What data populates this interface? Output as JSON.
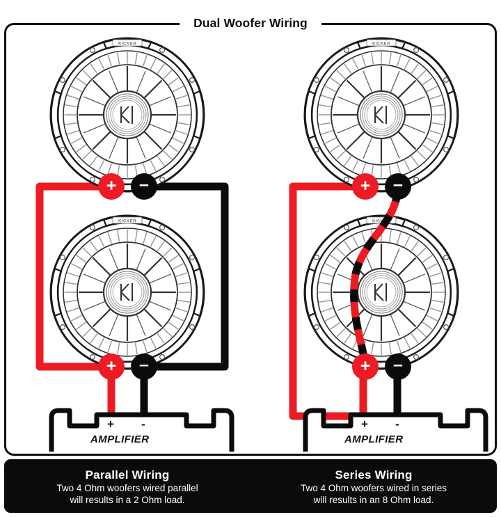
{
  "diagram": {
    "title": "Dual Woofer Wiring",
    "colors": {
      "positive": "#ED1B24",
      "negative": "#0b0b0b",
      "frame": "#111111",
      "banner_bg": "#0b0b0b",
      "banner_text": "#ffffff",
      "background": "#ffffff"
    }
  },
  "terminals": {
    "plus_label": "+",
    "minus_label": "–"
  },
  "woofer": {
    "brand_text": "KICKER",
    "logo_text": "K"
  },
  "amplifier": {
    "label": "AMPLIFIER",
    "plus_label": "+",
    "minus_label": "-"
  },
  "panels": [
    {
      "id": "parallel",
      "title": "Parallel Wiring",
      "line1": "Two 4 Ohm woofers wired parallel",
      "line2": "will results in a 2 Ohm load."
    },
    {
      "id": "series",
      "title": "Series Wiring",
      "line1": "Two 4 Ohm woofers wired in series",
      "line2": "will results in an 8 Ohm load."
    }
  ]
}
